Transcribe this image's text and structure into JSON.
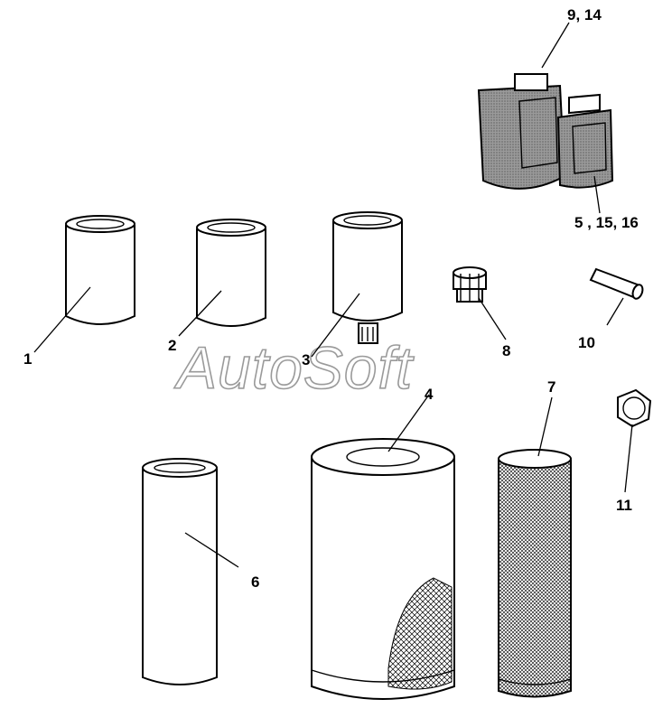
{
  "watermark": {
    "text": "AutoSoft"
  },
  "callouts": {
    "c1": "1",
    "c2": "2",
    "c3": "3",
    "c4": "4",
    "c5": "5 , 15, 16",
    "c6": "6",
    "c7": "7",
    "c8": "8",
    "c9": "9, 14",
    "c10": "10",
    "c11": "11"
  },
  "colors": {
    "ink": "#000000",
    "paper": "#ffffff",
    "watermark_outline": "#9a9a9a",
    "can_shade": "#8a8a8a"
  }
}
